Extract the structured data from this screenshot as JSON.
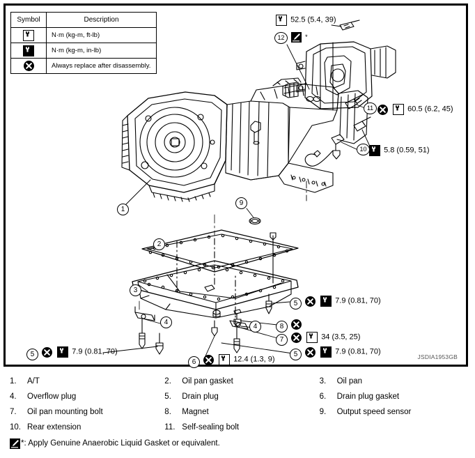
{
  "symbol_table": {
    "headers": [
      "Symbol",
      "Description"
    ],
    "rows": [
      {
        "icon": "torque-ftlb-icon",
        "description": "N·m (kg-m, ft-lb)"
      },
      {
        "icon": "torque-inlb-icon",
        "description": "N·m (kg-m, in-lb)"
      },
      {
        "icon": "always-replace-icon",
        "description": "Always replace after disassembly."
      }
    ]
  },
  "illustration": {
    "drawing_code": "JSDIA1953GB",
    "callouts": [
      {
        "id": "1",
        "label": "1"
      },
      {
        "id": "2",
        "label": "2"
      },
      {
        "id": "3",
        "label": "3"
      },
      {
        "id": "4a",
        "label": "4"
      },
      {
        "id": "4b",
        "label": "4"
      },
      {
        "id": "9",
        "label": "9"
      },
      {
        "id": "10",
        "label": "10"
      },
      {
        "id": "11",
        "label": "11"
      },
      {
        "id": "12",
        "label": "12"
      }
    ],
    "torque_notes": [
      {
        "id": "note-52-5",
        "number": "",
        "replace": false,
        "unit_icon": "torque-ftlb-icon",
        "value": "52.5 (5.4, 39)"
      },
      {
        "id": "note-12",
        "number": "12",
        "replace": false,
        "unit_icon": "liquid-gasket-icon",
        "value": "",
        "star": "*"
      },
      {
        "id": "note-60-5",
        "number": "11",
        "replace": true,
        "unit_icon": "torque-ftlb-icon",
        "value": "60.5 (6.2, 45)"
      },
      {
        "id": "note-5-8",
        "number": "",
        "replace": false,
        "unit_icon": "torque-inlb-icon",
        "value": "5.8 (0.59, 51)"
      },
      {
        "id": "note-7-9-a",
        "number": "5",
        "replace": true,
        "unit_icon": "torque-inlb-icon",
        "value": "7.9 (0.81, 70)"
      },
      {
        "id": "note-8",
        "number": "8",
        "replace": true,
        "unit_icon": "",
        "value": ""
      },
      {
        "id": "note-34",
        "number": "7",
        "replace": true,
        "unit_icon": "torque-ftlb-icon",
        "value": "34 (3.5, 25)"
      },
      {
        "id": "note-7-9-b",
        "number": "5",
        "replace": true,
        "unit_icon": "torque-inlb-icon",
        "value": "7.9 (0.81, 70)"
      },
      {
        "id": "note-7-9-c",
        "number": "5",
        "replace": true,
        "unit_icon": "torque-inlb-icon",
        "value": "7.9 (0.81, 70)"
      },
      {
        "id": "note-12-4",
        "number": "6",
        "replace": true,
        "unit_icon": "torque-ftlb-icon",
        "value": "12.4 (1.3, 9)"
      }
    ]
  },
  "parts_legend": [
    {
      "num": "1.",
      "label": "A/T"
    },
    {
      "num": "2.",
      "label": "Oil pan gasket"
    },
    {
      "num": "3.",
      "label": "Oil pan"
    },
    {
      "num": "4.",
      "label": "Overflow plug"
    },
    {
      "num": "5.",
      "label": "Drain plug"
    },
    {
      "num": "6.",
      "label": "Drain plug gasket"
    },
    {
      "num": "7.",
      "label": "Oil pan mounting bolt"
    },
    {
      "num": "8.",
      "label": "Magnet"
    },
    {
      "num": "9.",
      "label": "Output speed sensor"
    },
    {
      "num": "10.",
      "label": "Rear extension"
    },
    {
      "num": "11.",
      "label": "Self-sealing bolt"
    },
    {
      "num": "",
      "label": ""
    }
  ],
  "footnote": {
    "icon": "liquid-gasket-icon",
    "text": "*: Apply Genuine Anaerobic Liquid Gasket or equivalent."
  }
}
